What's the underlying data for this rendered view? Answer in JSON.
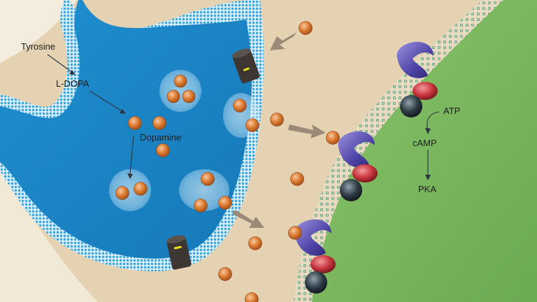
{
  "labels": {
    "tyrosine": "Tyrosine",
    "ldopa": "L-DOPA",
    "dopamine": "Dopamine",
    "atp": "ATP",
    "camp": "cAMP",
    "pka": "PKA"
  },
  "colors": {
    "presynaptic_cytoplasm": "#2396d6",
    "membrane_blue": "#3aa6e0",
    "synaptic_cleft": "#e4d2b2",
    "postsynaptic_cell": "#7dbb62",
    "dopamine_molecule": "#d7782e",
    "transporter": "#3d3632",
    "receptor": "#5b4fb0",
    "g_protein_red": "#c9343d",
    "g_protein_dark": "#2f3c45",
    "release_arrow": "#9b8a78"
  }
}
